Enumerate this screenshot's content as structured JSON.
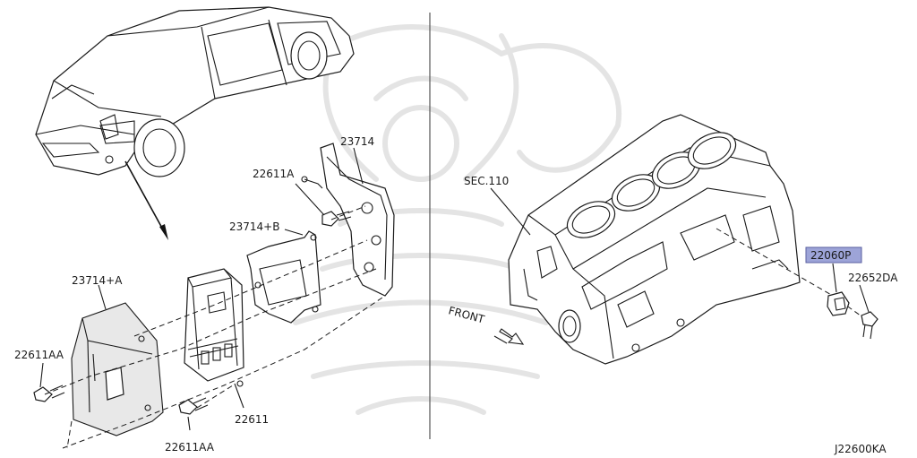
{
  "callouts": {
    "p23714": "23714",
    "p22611A": "22611A",
    "p23714B": "23714+B",
    "p23714A": "23714+A",
    "p22611AA_left": "22611AA",
    "p22611": "22611",
    "p22611AA_bottom": "22611AA",
    "sec110": "SEC.110",
    "front": "FRONT",
    "p22060P": "22060P",
    "p22652DA": "22652DA"
  },
  "diagram_code": "J22600KA",
  "colors": {
    "highlight_fill": "#9da4d8",
    "highlight_border": "#5a5fa0",
    "line": "#1a1a1a",
    "watermark": "#e4e4e4"
  }
}
